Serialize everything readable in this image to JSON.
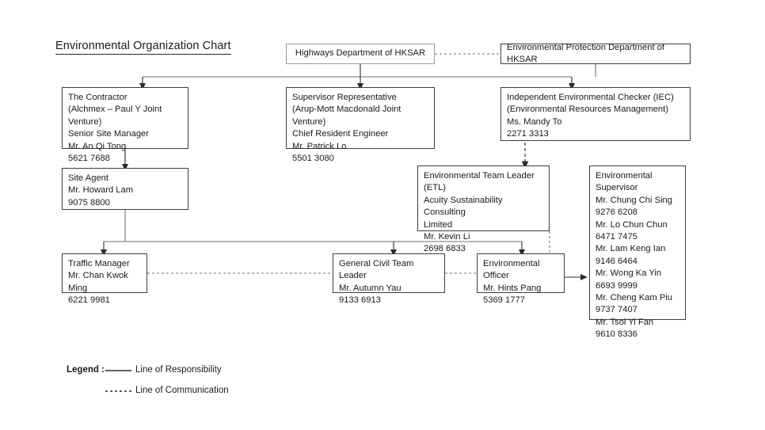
{
  "document": {
    "title": "Environmental Organization Chart"
  },
  "nodes": {
    "highways": "Highways Department of HKSAR",
    "epd": "Environmental Protection Department of HKSAR",
    "contractor": "The Contractor\n(Alchmex – Paul Y Joint Venture)\nSenior Site Manager\nMr. An Qi Tong\n5621 7688",
    "supervisor_rep": "Supervisor Representative\n(Arup-Mott Macdonald Joint Venture)\nChief Resident Engineer\nMr. Patrick Lo\n5501 3080",
    "iec": "Independent Environmental Checker (IEC)\n(Environmental Resources Management)\nMs. Mandy To\n2271 3313",
    "site_agent": "Site Agent\nMr. Howard Lam\n9075 8800",
    "etl": "Environmental Team Leader (ETL)\nAcuity Sustainability Consulting\nLimited\nMr. Kevin Li\n2698 6833",
    "env_supervisor": "Environmental\nSupervisor\nMr. Chung Chi Sing\n9276 6208\nMr. Lo Chun Chun\n6471 7475\nMr. Lam Keng Ian\n9146 6464\nMr. Wong Ka Yin\n6693 9999\nMr. Cheng Kam Piu\n9737 7407\nMr. Tsoi Yi Fan\n9610 8336",
    "traffic_manager": "Traffic Manager\nMr. Chan Kwok Ming\n6221 9981",
    "general_civil": "General Civil Team Leader\nMr. Autumn Yau\n9133 6913",
    "env_officer": "Environmental Officer\nMr. Hints Pang\n5369 1777"
  },
  "legend": {
    "label": "Legend :",
    "responsibility": "Line of Responsibility",
    "communication": "Line of Communication"
  }
}
